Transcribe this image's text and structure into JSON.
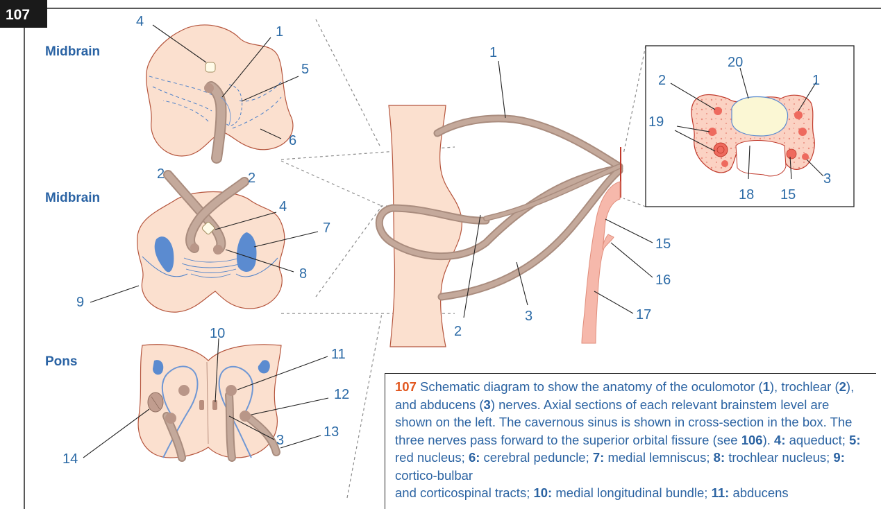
{
  "figure": {
    "number": "107",
    "sections": [
      "Midbrain",
      "Midbrain",
      "Pons"
    ],
    "labels": {
      "l1": "1",
      "l2": "2",
      "l3": "3",
      "l4": "4",
      "l5": "5",
      "l6": "6",
      "l7": "7",
      "l8": "8",
      "l9": "9",
      "l10": "10",
      "l11": "11",
      "l12": "12",
      "l13": "13",
      "l14": "14",
      "l15": "15",
      "l16": "16",
      "l17": "17",
      "l18": "18",
      "l19": "19",
      "l20": "20"
    },
    "colors": {
      "tissue": "#fbe0cf",
      "outline": "#b5553d",
      "nerve": "#c4a99b",
      "label": "#2b6aa6",
      "lemniscus": "#5b8bd0",
      "nucleus": "#ee6a5e",
      "artery": "#f6b8ab"
    }
  },
  "caption": {
    "num": "107",
    "parts": [
      " Schematic diagram to show the anatomy of the oculomotor (",
      "1",
      "), trochlear (",
      "2",
      "), and abducens (",
      "3",
      ") nerves. Axial sections of each relevant brainstem level are shown on the left. The cavernous sinus is shown in cross-section in the box. The three nerves pass forward to the superior orbital fissure (see ",
      "106",
      "). ",
      "4:",
      " aqueduct; ",
      "5:",
      " red nucleus; ",
      "6:",
      " cerebral peduncle; ",
      "7:",
      " medial lemniscus; ",
      "8:",
      " trochlear nucleus; ",
      "9:",
      " cortico-bulbar",
      "and corticospinal tracts; ",
      "10:",
      " medial longitudinal bundle; ",
      "11:",
      " abducens"
    ]
  }
}
